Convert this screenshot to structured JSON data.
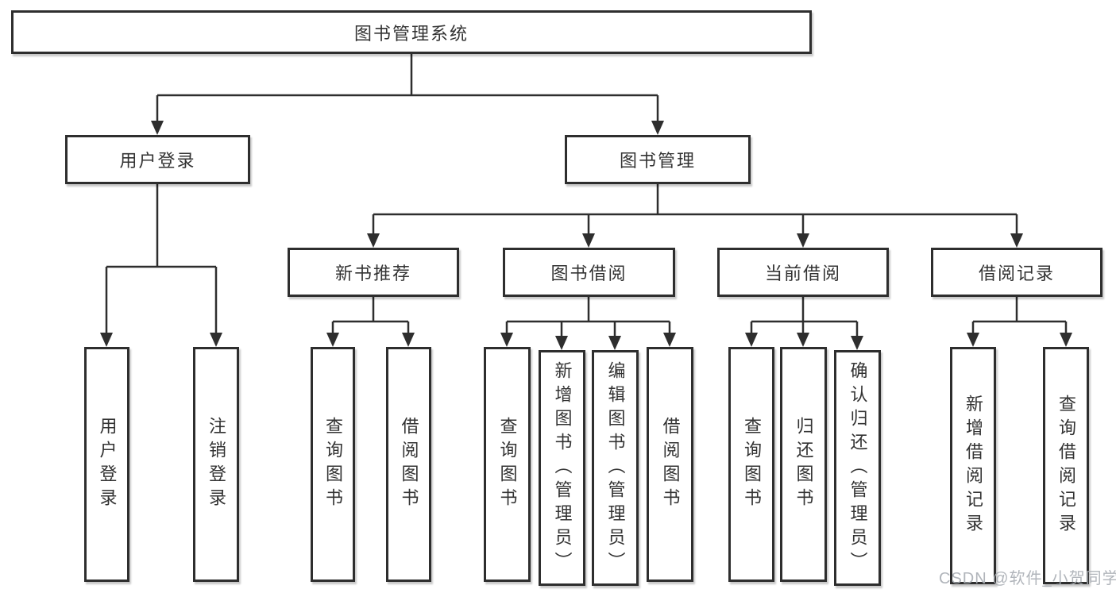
{
  "title": "图书管理系统",
  "watermark": {
    "text": "CSDN @软件_小贺同学"
  },
  "root": {
    "label": "图书管理系统"
  },
  "branches": [
    {
      "label": "用户登录",
      "leaves": [
        {
          "label": "用户登录"
        },
        {
          "label": "注销登录"
        }
      ]
    },
    {
      "label": "图书管理",
      "groups": [
        {
          "label": "新书推荐",
          "leaves": [
            {
              "label": "查询图书"
            },
            {
              "label": "借阅图书"
            }
          ]
        },
        {
          "label": "图书借阅",
          "leaves": [
            {
              "label": "查询图书"
            },
            {
              "label": "新增图书（管理员）"
            },
            {
              "label": "编辑图书（管理员）"
            },
            {
              "label": "借阅图书"
            }
          ]
        },
        {
          "label": "当前借阅",
          "leaves": [
            {
              "label": "查询图书"
            },
            {
              "label": "归还图书"
            },
            {
              "label": "确认归还（管理员）"
            }
          ]
        },
        {
          "label": "借阅记录",
          "leaves": [
            {
              "label": "新增借阅记录"
            },
            {
              "label": "查询借阅记录"
            }
          ]
        }
      ]
    }
  ],
  "colors": {
    "line": "#2e2e2e",
    "box_border": "#2e2e2e",
    "box_fill": "#ffffff",
    "text": "#333333",
    "watermark": "#a9aeb4"
  }
}
